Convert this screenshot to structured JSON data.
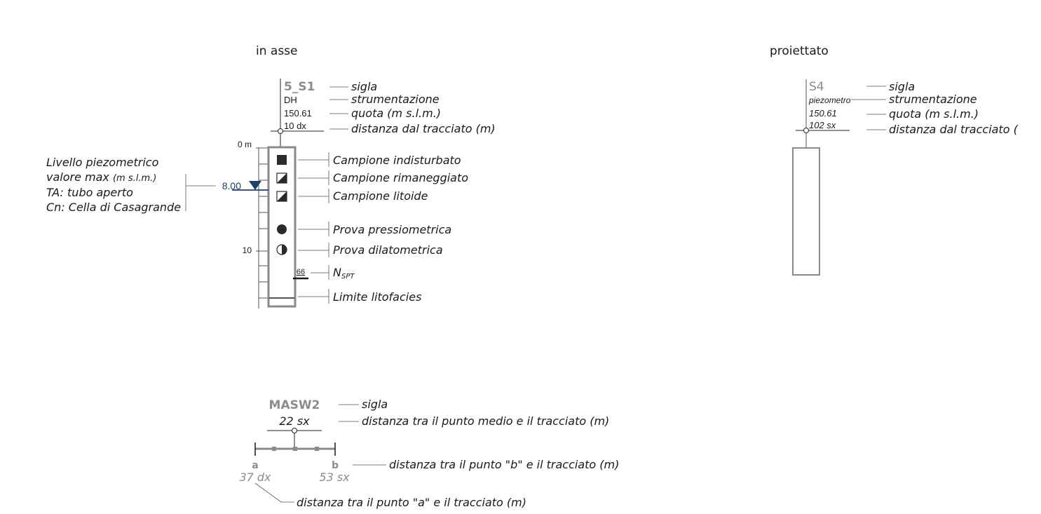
{
  "section_headers": {
    "in_asse": "in asse",
    "proiettato": "proiettato"
  },
  "borehole_in_asse": {
    "sigla": "5_S1",
    "strumentazione": "DH",
    "quota": "150.61",
    "distanza": "10 dx",
    "depth_zero_label": "0 m",
    "depth_ten_label": "10",
    "water_level_value": "8.00",
    "nspt_value": "66"
  },
  "borehole_proiettato": {
    "sigla": "S4",
    "strumentazione": "piezometro",
    "quota": "150.61",
    "distanza": "102 sx"
  },
  "legend_labels": {
    "sigla": "sigla",
    "strumentazione": "strumentazione",
    "quota": "quota (m s.l.m.)",
    "distanza": "distanza dal tracciato (m)",
    "distanza_truncated": "distanza dal tracciato (",
    "campione_indisturbato": "Campione indisturbato",
    "campione_rimaneggiato": "Campione rimaneggiato",
    "campione_litoide": "Campione litoide",
    "prova_pressiometrica": "Prova pressiometrica",
    "prova_dilatometrica": "Prova dilatometrica",
    "nspt_main": "N",
    "nspt_sub": "SPT",
    "limite_litofacies": "Limite litofacies"
  },
  "piezometric_note": {
    "line1": "Livello piezometrico",
    "line2_main": "valore max ",
    "line2_unit": "(m s.l.m.)",
    "line3": "TA: tubo aperto",
    "line4": "Cn: Cella di Casagrande"
  },
  "masw": {
    "sigla": "MASW2",
    "distanza_medio": "22 sx",
    "point_a": "a",
    "point_b": "b",
    "distanza_a": "37 dx",
    "distanza_b": "53 sx",
    "label_sigla": "sigla",
    "label_medio": "distanza tra il punto medio e il tracciato (m)",
    "label_b": "distanza tra il punto \"b\" e il tracciato (m)",
    "label_a": "distanza tra il punto \"a\" e il tracciato (m)"
  },
  "colors": {
    "text": "#1a1a1a",
    "gray": "#8c8c8c",
    "water": "#1f3f6e",
    "column": "#8a8a8a"
  }
}
